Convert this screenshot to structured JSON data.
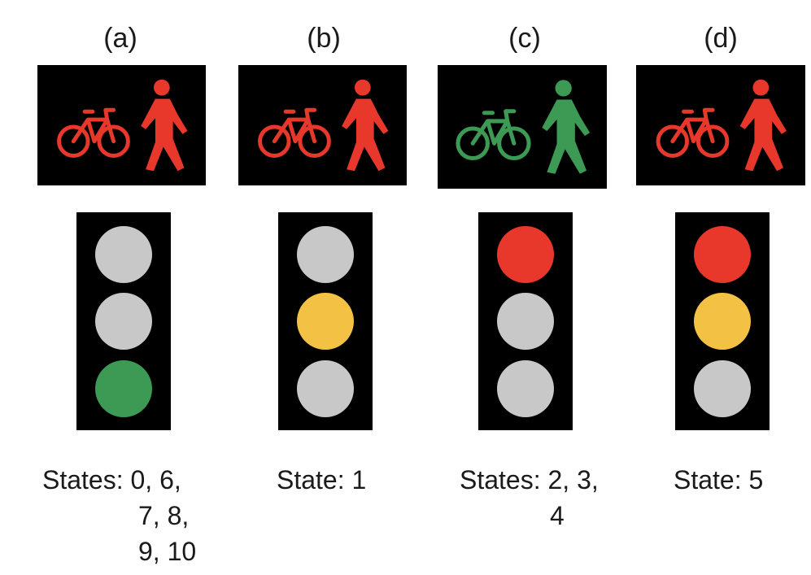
{
  "colors": {
    "red": "#e8382b",
    "amber": "#f3c244",
    "green": "#3c9a55",
    "off": "#c8c8c8",
    "housing": "#000000"
  },
  "columns": [
    {
      "label": "(a)",
      "ped_signal": "red",
      "lamps": [
        "off",
        "off",
        "green"
      ],
      "state_lines": [
        "States: 0, 6,",
        "7, 8,",
        "9, 10"
      ]
    },
    {
      "label": "(b)",
      "ped_signal": "red",
      "lamps": [
        "off",
        "amber",
        "off"
      ],
      "state_lines": [
        "State: 1"
      ]
    },
    {
      "label": "(c)",
      "ped_signal": "green",
      "lamps": [
        "red",
        "off",
        "off"
      ],
      "state_lines": [
        "States: 2, 3,",
        "4"
      ]
    },
    {
      "label": "(d)",
      "ped_signal": "red",
      "lamps": [
        "red",
        "amber",
        "off"
      ],
      "state_lines": [
        "State: 5"
      ]
    }
  ]
}
